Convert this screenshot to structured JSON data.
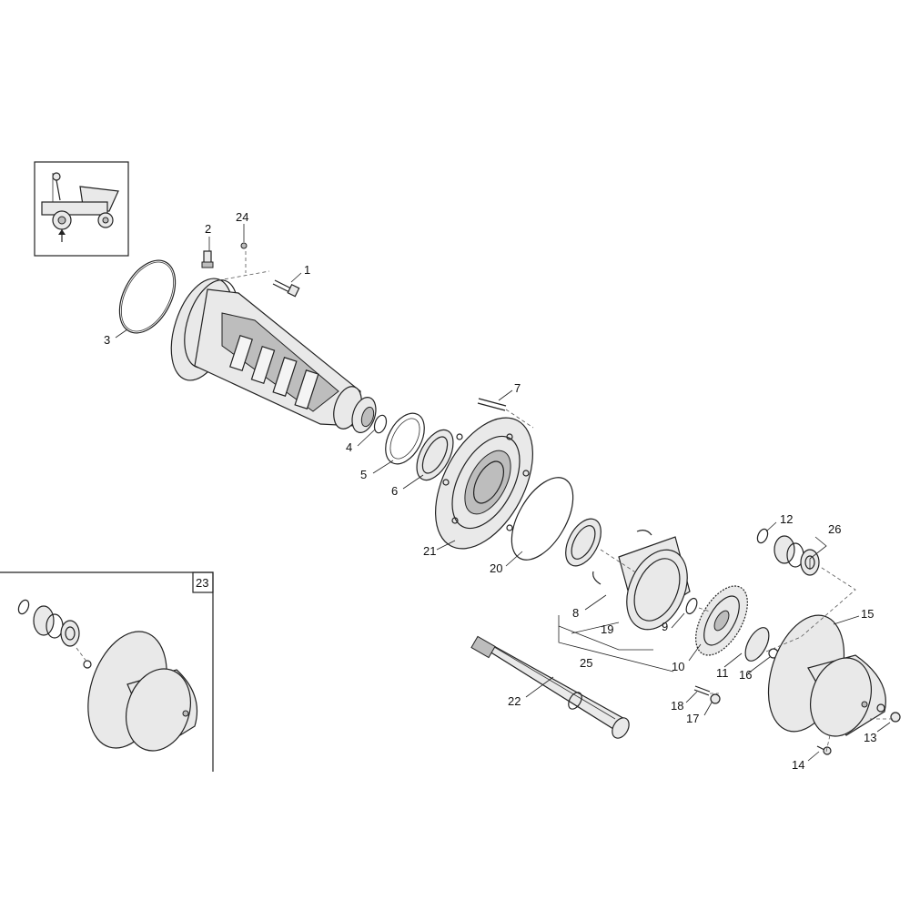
{
  "callouts": {
    "c1": "1",
    "c2": "2",
    "c3": "3",
    "c4": "4",
    "c5": "5",
    "c6": "6",
    "c7": "7",
    "c8": "8",
    "c9": "9",
    "c10": "10",
    "c11": "11",
    "c12": "12",
    "c13": "13",
    "c14": "14",
    "c15": "15",
    "c16": "16",
    "c17": "17",
    "c18": "18",
    "c19": "19",
    "c20": "20",
    "c21": "21",
    "c22": "22",
    "c23": "23",
    "c24": "24",
    "c25": "25",
    "c26": "26"
  },
  "inset": {
    "label": "23"
  },
  "vehicle_icon": "dumper-vehicle-icon",
  "colors": {
    "line": "#222222",
    "fill": "#e9e9e9",
    "background": "#ffffff"
  }
}
